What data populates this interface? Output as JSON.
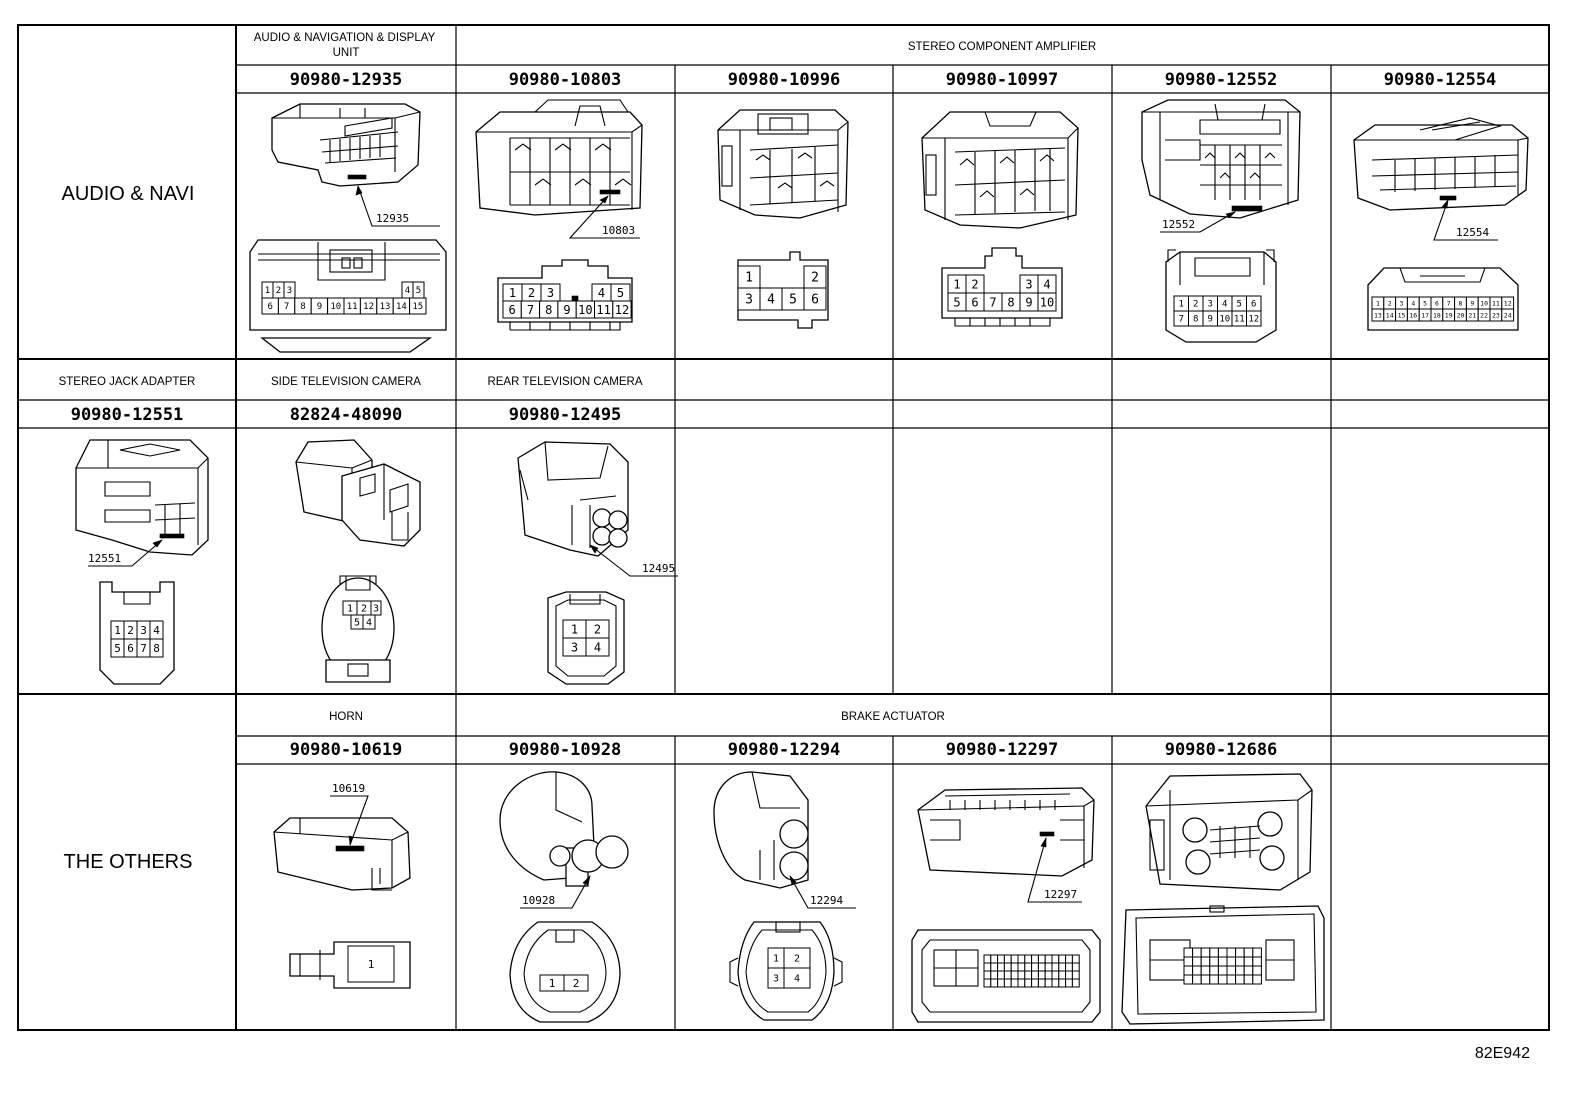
{
  "sections": {
    "audio_navi": "AUDIO & NAVI",
    "the_others": "THE OTHERS"
  },
  "rows": [
    {
      "cells": [
        {
          "name": "AUDIO & NAVIGATION & DISPLAY UNIT",
          "part": "90980-12935",
          "label": "12935",
          "pins": [
            "1",
            "2",
            "3",
            "4",
            "5",
            "6",
            "7",
            "8",
            "9",
            "10",
            "11",
            "12",
            "13",
            "14",
            "15"
          ]
        },
        {
          "part": "90980-10803",
          "label": "10803",
          "pins": [
            "1",
            "2",
            "3",
            "4",
            "5",
            "6",
            "7",
            "8",
            "9",
            "10",
            "11",
            "12"
          ]
        },
        {
          "part": "90980-10996",
          "label": "",
          "pins": [
            "1",
            "2",
            "3",
            "4",
            "5",
            "6"
          ]
        },
        {
          "part": "90980-10997",
          "label": "",
          "pins": [
            "1",
            "2",
            "3",
            "4",
            "5",
            "6",
            "7",
            "8",
            "9",
            "10"
          ]
        },
        {
          "part": "90980-12552",
          "label": "12552",
          "pins": [
            "1",
            "2",
            "3",
            "4",
            "5",
            "6",
            "7",
            "8",
            "9",
            "10",
            "11",
            "12"
          ]
        },
        {
          "part": "90980-12554",
          "label": "12554",
          "pins": [
            "1",
            "2",
            "3",
            "4",
            "5",
            "6",
            "7",
            "8",
            "9",
            "10",
            "11",
            "12",
            "13",
            "14",
            "15",
            "16",
            "17",
            "18",
            "19",
            "20",
            "21",
            "22",
            "23",
            "24"
          ]
        }
      ],
      "group_title": "STEREO COMPONENT AMPLIFIER"
    },
    {
      "cells": [
        {
          "name": "STEREO JACK ADAPTER",
          "part": "90980-12551",
          "label": "12551",
          "pins": [
            "1",
            "2",
            "3",
            "4",
            "5",
            "6",
            "7",
            "8"
          ]
        },
        {
          "name": "SIDE TELEVISION CAMERA",
          "part": "82824-48090",
          "label": "",
          "pins": [
            "1",
            "2",
            "3",
            "4",
            "5"
          ]
        },
        {
          "name": "REAR TELEVISION CAMERA",
          "part": "90980-12495",
          "label": "12495",
          "pins": [
            "1",
            "2",
            "3",
            "4"
          ]
        }
      ]
    },
    {
      "cells": [
        {
          "name": "HORN",
          "part": "90980-10619",
          "label": "10619",
          "pins": [
            "1"
          ]
        },
        {
          "part": "90980-10928",
          "label": "10928",
          "pins": [
            "1",
            "2"
          ]
        },
        {
          "part": "90980-12294",
          "label": "12294",
          "pins": [
            "1",
            "2",
            "3",
            "4"
          ]
        },
        {
          "part": "90980-12297",
          "label": "12297",
          "pins": []
        },
        {
          "part": "90980-12686",
          "label": "",
          "pins": []
        }
      ],
      "group_title": "BRAKE ACTUATOR"
    }
  ],
  "footer_code": "82E942"
}
